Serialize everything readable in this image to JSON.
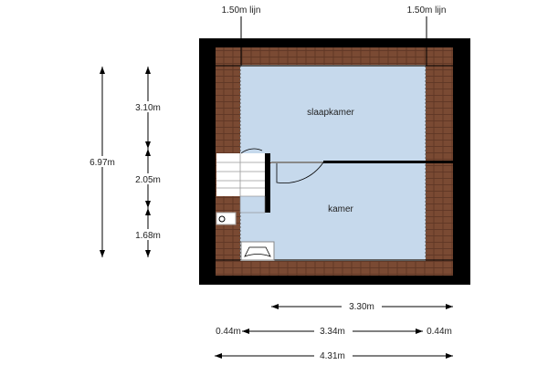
{
  "plan": {
    "top_labels": [
      "1.50m lijn",
      "1.50m lijn"
    ],
    "rooms": {
      "bedroom": "slaapkamer",
      "room": "kamer"
    },
    "vertical_dims": {
      "total": "6.97m",
      "upper": "3.10m",
      "middle": "2.05m",
      "lower": "1.68m"
    },
    "horizontal_dims": {
      "inner": "3.30m",
      "left_edge": "0.44m",
      "center": "3.34m",
      "right_edge": "0.44m",
      "total": "4.31m"
    },
    "colors": {
      "wall": "#000000",
      "roof": "#7a4a33",
      "floor": "#c6d9ec"
    }
  }
}
